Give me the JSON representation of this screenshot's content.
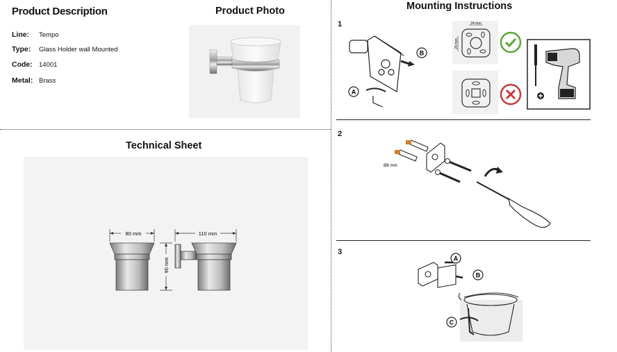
{
  "product_description": {
    "title": "Product Description",
    "fields": [
      {
        "label": "Line:",
        "value": "Tempo"
      },
      {
        "label": "Type:",
        "value": "Glass Holder wall Mounted"
      },
      {
        "label": "Code:",
        "value": "14001"
      },
      {
        "label": "Metal:",
        "value": "Brass"
      }
    ]
  },
  "product_photo": {
    "title": "Product Photo"
  },
  "technical_sheet": {
    "title": "Technical Sheet",
    "dim_width": "80 mm",
    "dim_projection": "110 mm",
    "dim_height": "90 mm"
  },
  "mounting": {
    "title": "Mounting Instructions",
    "steps": [
      "1",
      "2",
      "3"
    ],
    "step1": {
      "label_a": "A",
      "label_b": "B",
      "dim_w": "24 mm",
      "dim_h": "24 mm"
    },
    "step2": {
      "diameter": "Ø6 mm"
    },
    "step3": {
      "label_a": "A",
      "label_b": "B",
      "label_c": "C"
    }
  }
}
